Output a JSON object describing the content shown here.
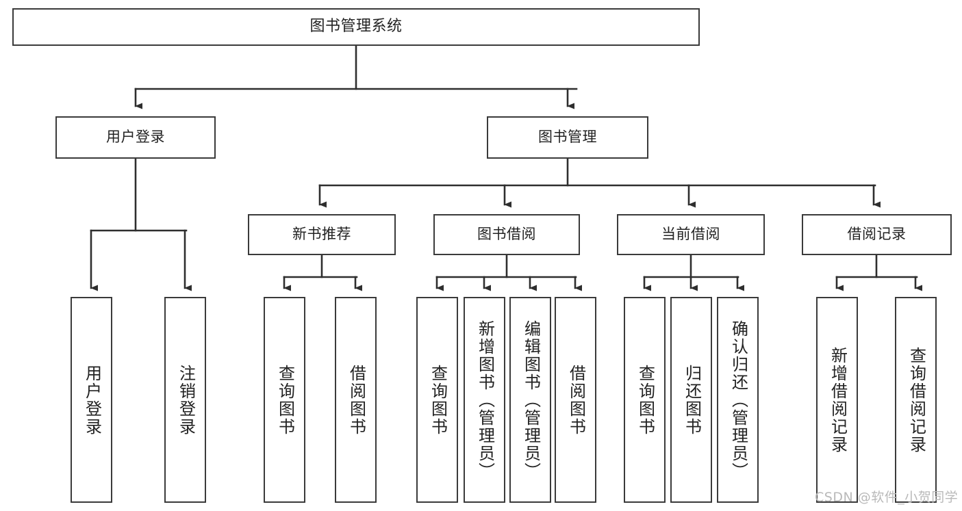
{
  "diagram": {
    "title": "图书管理系统",
    "type": "tree-hierarchy-chart",
    "watermark": "CSDN @软件_小贺同学",
    "colors": {
      "box_border": "#3a3a3a",
      "box_fill": "#ffffff",
      "edge": "#2e2e2e",
      "text": "#222222",
      "watermark": "#b9b9b9",
      "background": "#ffffff"
    },
    "nodes": {
      "root": {
        "id": "root",
        "label": "图书管理系统",
        "level": 1,
        "orientation": "horizontal"
      },
      "l2": [
        {
          "id": "user-login",
          "label": "用户登录",
          "level": 2,
          "orientation": "horizontal"
        },
        {
          "id": "book-manage",
          "label": "图书管理",
          "level": 2,
          "orientation": "horizontal"
        }
      ],
      "l3": [
        {
          "id": "new-book-rec",
          "label": "新书推荐",
          "level": 3,
          "orientation": "horizontal"
        },
        {
          "id": "book-borrow",
          "label": "图书借阅",
          "level": 3,
          "orientation": "horizontal"
        },
        {
          "id": "current-borrow",
          "label": "当前借阅",
          "level": 3,
          "orientation": "horizontal"
        },
        {
          "id": "borrow-record",
          "label": "借阅记录",
          "level": 3,
          "orientation": "horizontal"
        }
      ],
      "leaves": [
        {
          "id": "leaf-user-login",
          "label": "用户登录",
          "parent": "user-login",
          "orientation": "vertical"
        },
        {
          "id": "leaf-user-logout",
          "label": "注销登录",
          "parent": "user-login",
          "orientation": "vertical"
        },
        {
          "id": "leaf-query-book-1",
          "label": "查询图书",
          "parent": "new-book-rec",
          "orientation": "vertical"
        },
        {
          "id": "leaf-borrow-book-1",
          "label": "借阅图书",
          "parent": "new-book-rec",
          "orientation": "vertical"
        },
        {
          "id": "leaf-query-book-2",
          "label": "查询图书",
          "parent": "book-borrow",
          "orientation": "vertical"
        },
        {
          "id": "leaf-add-book",
          "label": "新增图书（管理员）",
          "parent": "book-borrow",
          "orientation": "vertical"
        },
        {
          "id": "leaf-edit-book",
          "label": "编辑图书（管理员）",
          "parent": "book-borrow",
          "orientation": "vertical"
        },
        {
          "id": "leaf-borrow-book-2",
          "label": "借阅图书",
          "parent": "book-borrow",
          "orientation": "vertical"
        },
        {
          "id": "leaf-query-book-3",
          "label": "查询图书",
          "parent": "current-borrow",
          "orientation": "vertical"
        },
        {
          "id": "leaf-return-book",
          "label": "归还图书",
          "parent": "current-borrow",
          "orientation": "vertical"
        },
        {
          "id": "leaf-confirm-return",
          "label": "确认归还（管理员）",
          "parent": "current-borrow",
          "orientation": "vertical"
        },
        {
          "id": "leaf-add-record",
          "label": "新增借阅记录",
          "parent": "borrow-record",
          "orientation": "vertical"
        },
        {
          "id": "leaf-query-record",
          "label": "查询借阅记录",
          "parent": "borrow-record",
          "orientation": "vertical"
        }
      ]
    }
  }
}
